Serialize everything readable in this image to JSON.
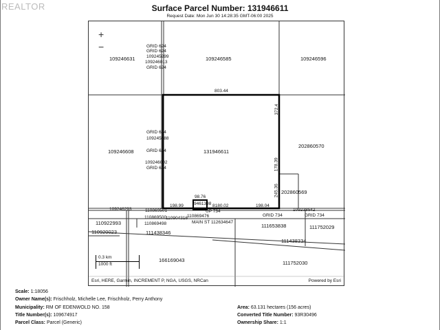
{
  "logo": "REALTOR",
  "header": {
    "title": "Surface Parcel Number: 131946611",
    "request_date": "Request Date: Mon Jun 30 14:28:35 GMT-06:00 2025"
  },
  "map": {
    "zoom_in": "+",
    "zoom_out": "−",
    "parcels": [
      "109246631",
      "109246585",
      "109246596",
      "109246608",
      "131946611",
      "202860570",
      "202860569",
      "109246293",
      "110922993",
      "110920023",
      "111438346",
      "111653838",
      "111752029",
      "111438334",
      "166169043",
      "111752030",
      "109238542"
    ],
    "grid_labels": [
      "GRID 624",
      "GRID 624",
      "109245999",
      "109246013",
      "GRID 624",
      "GRID 624",
      "109245988",
      "GRID 624",
      "109246002",
      "GRID 624",
      "GRID 734",
      "GRID 734"
    ],
    "small_labels": [
      "110869501",
      "110869500",
      "110869498",
      "110904316",
      "110869476",
      "MAIN ST 112634647",
      "9461398",
      "UP 734"
    ],
    "dimensions": [
      "803.44",
      "372.4",
      "178.39",
      "245.36",
      "98.76",
      "198.99",
      "8180.02",
      "198.04"
    ],
    "scale_bar": {
      "km": "0.3 km",
      "ft": "1000 ft"
    },
    "attribution": "Esri, HERE, Garmin, INCREMENT P, NGA, USGS, NRCan",
    "powered_by": "Powered by Esri"
  },
  "info": {
    "scale": {
      "label": "Scale:",
      "value": "1:18056"
    },
    "owner": {
      "label": "Owner Name(s):",
      "value": "Frischholz, Michelle Lee, Frischholz, Perry Anthony"
    },
    "municipality": {
      "label": "Municipality:",
      "value": "RM OF EDENWOLD NO. 158"
    },
    "title_number": {
      "label": "Title Number(s):",
      "value": "109674917"
    },
    "parcel_class": {
      "label": "Parcel Class:",
      "value": "Parcel (Generic)"
    },
    "area": {
      "label": "Area:",
      "value": "63.131 hectares (156 acres)"
    },
    "converted_title": {
      "label": "Converted Title Number:",
      "value": "93R30496"
    },
    "ownership_share": {
      "label": "Ownership Share:",
      "value": "1:1"
    }
  }
}
